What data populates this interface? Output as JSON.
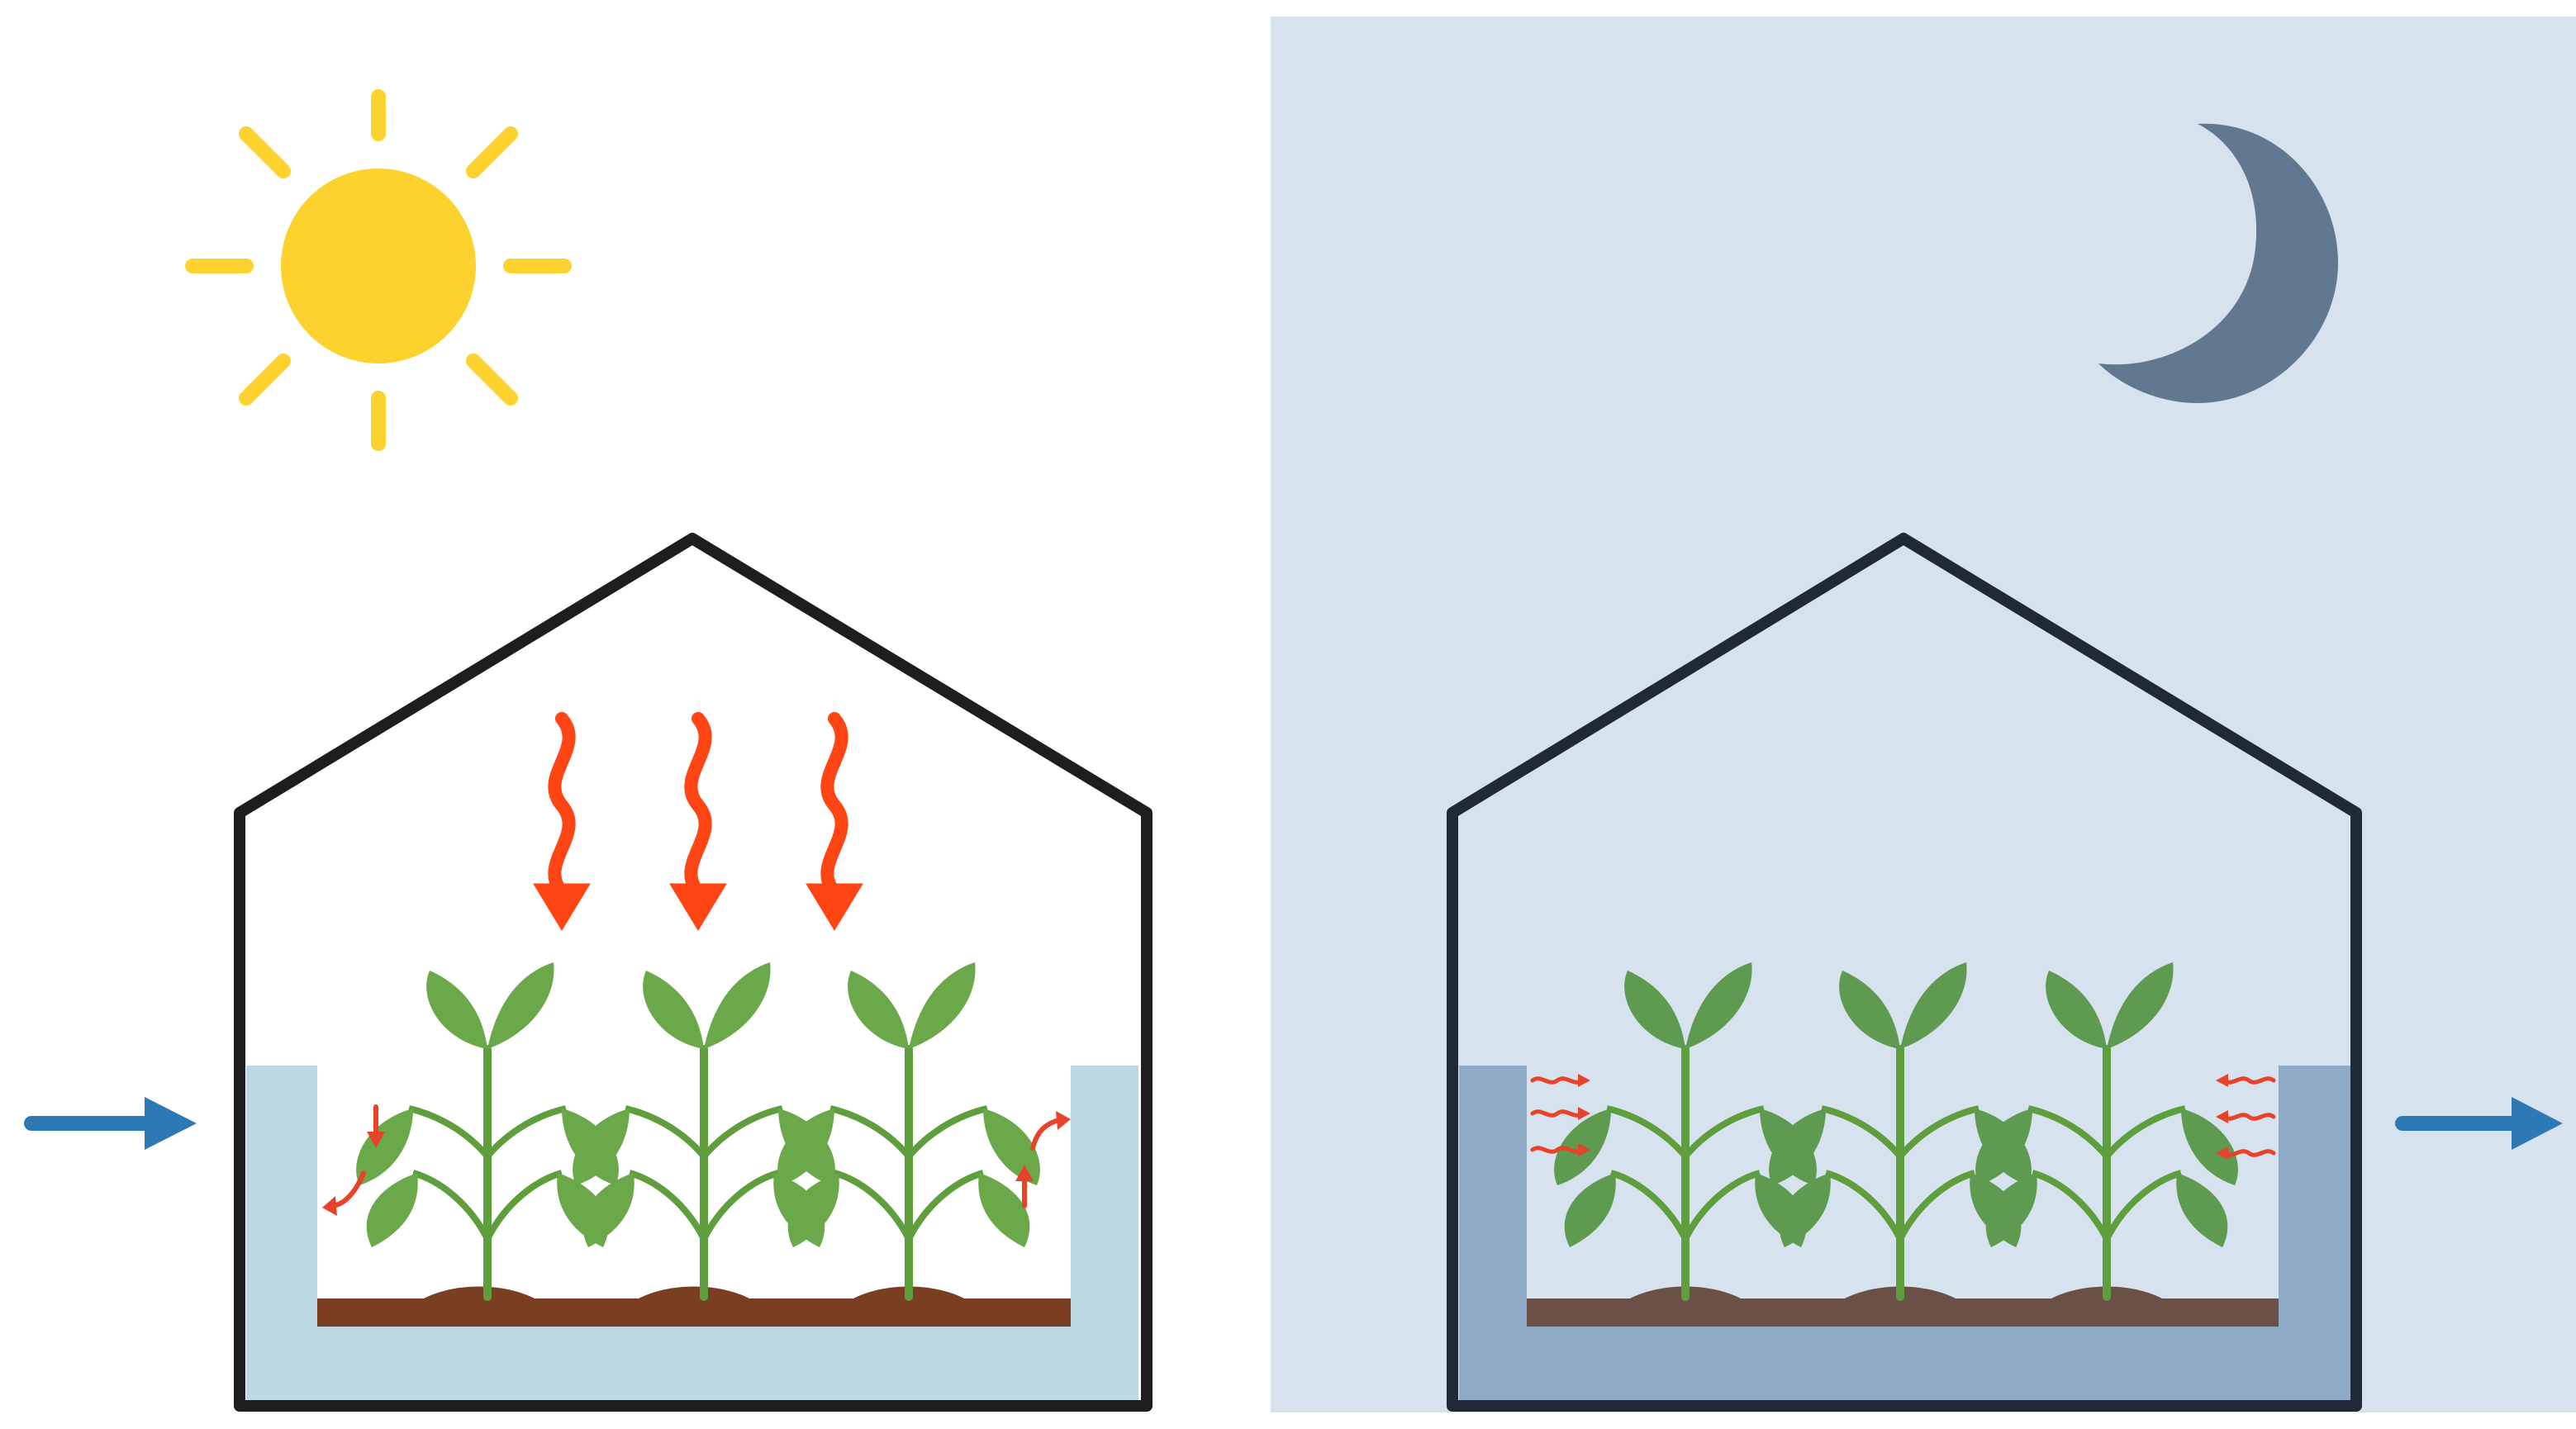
{
  "diagram": {
    "panels": [
      {
        "key": "day",
        "sky_icon": "sun-icon",
        "inflow_arrow": "arrow-right-icon",
        "radiation": "wavy-heat-arrows-down",
        "wall_transfer": "heat-absorbed-into-walls",
        "plants": 3
      },
      {
        "key": "night",
        "sky_icon": "crescent-moon-icon",
        "outflow_arrow": "arrow-right-icon",
        "wall_transfer": "heat-released-from-walls",
        "plants": 3
      }
    ],
    "colors": {
      "sun": "#FDD22F",
      "radiation": "#FF4513",
      "inflow_arrow": "#2C79B6",
      "day_wall": "#BDD7E3",
      "night_background": "#D6E2EE",
      "night_wall": "#8EAAC4",
      "moon": "#627790",
      "soil_day": "#7A3E23",
      "soil_night": "#6A5047",
      "plant_leaf_day": "#6AA84A",
      "plant_leaf_night": "#5E9A4F",
      "greenhouse_outline": "#1E1E1E",
      "small_heat_arrows": "#E8432A"
    }
  }
}
